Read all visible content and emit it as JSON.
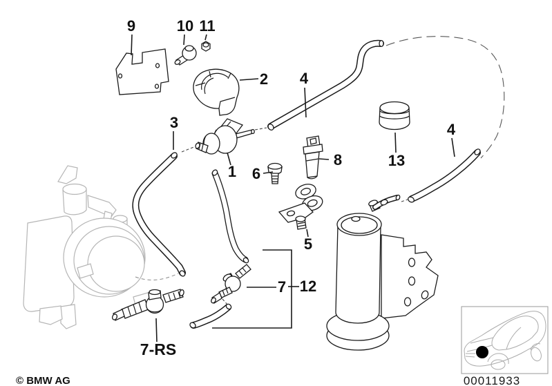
{
  "diagram": {
    "copyright": "© BMW AG",
    "image_number": "00011933",
    "labels": {
      "p9": "9",
      "p10": "10",
      "p11": "11",
      "p2": "2",
      "p4_upper": "4",
      "p3": "3",
      "p1": "1",
      "p6": "6",
      "p8": "8",
      "p13": "13",
      "p4_right": "4",
      "p5": "5",
      "p7": "7",
      "p12": "12",
      "p7rs": "7-RS"
    },
    "colors": {
      "line": "#1a1a1a",
      "sketch_gray": "#b5b5b5",
      "frame_gray": "#999999",
      "location_dot": "#000000"
    }
  }
}
